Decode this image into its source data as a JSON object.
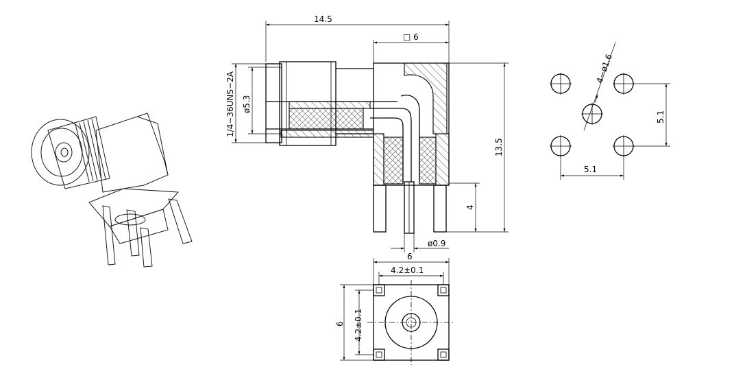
{
  "dimensions": {
    "overall_length": "14.5",
    "body_square": "□ 6",
    "thread": "1/4−36UNS−2A",
    "thread_diameter": "ø5.3",
    "overall_height": "13.5",
    "pin_length": "4",
    "pin_diameter": "ø0.9",
    "bottom_width": "6",
    "bottom_pitch_x": "4.2±0.1",
    "bottom_height": "6",
    "bottom_pitch_y": "4.2±0.1",
    "pcb_holes": "4−ø1.6",
    "pcb_pitch_y": "5.1",
    "pcb_pitch_x": "5.1"
  }
}
